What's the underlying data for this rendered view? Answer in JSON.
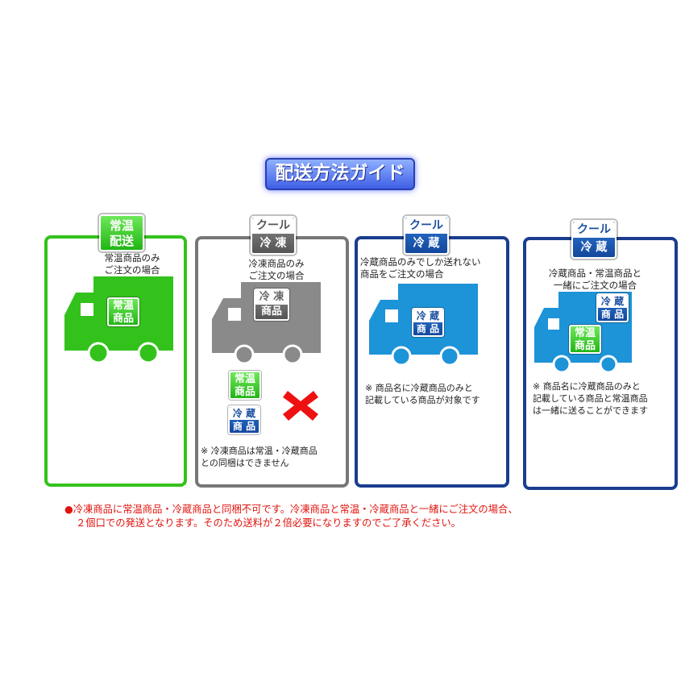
{
  "title": "配送方法ガイド",
  "panels": [
    {
      "tag_line1": "常温",
      "tag_line2": "配送",
      "desc_line1": "常温商品のみ",
      "desc_line2": "ご注文の場合",
      "truck_label1": "常温",
      "truck_label2": "商品",
      "color": "#33c21c"
    },
    {
      "tag_line1": "クール",
      "tag_line2": "冷 凍",
      "desc_line1": "冷凍商品のみ",
      "desc_line2": "ご注文の場合",
      "truck_label1": "冷 凍",
      "truck_label2": "商品",
      "badge_normal1": "常温",
      "badge_normal2": "商品",
      "badge_cold1": "冷 蔵",
      "badge_cold2": "商 品",
      "note_line1": "※ 冷凍商品は常温・冷蔵商品",
      "note_line2": "との同梱はできません",
      "color": "#777777"
    },
    {
      "tag_line1": "クール",
      "tag_line2": "冷 蔵",
      "desc_line1": "冷蔵商品のみでしか送れない",
      "desc_line2": "商品をご注文の場合",
      "truck_label1": "冷 蔵",
      "truck_label2": "商 品",
      "note_line1": "※ 商品名に冷蔵商品のみと",
      "note_line2": "記載している商品が対象です",
      "color": "#1a3d8f"
    },
    {
      "tag_line1": "クール",
      "tag_line2": "冷 蔵",
      "desc_line1": "冷蔵商品・常温商品と",
      "desc_line2": "一緒にご注文の場合",
      "truck_label1": "冷 蔵",
      "truck_label2": "商 品",
      "truck_label3": "常温",
      "truck_label4": "商品",
      "note_line1": "※ 商品名に冷蔵商品のみと",
      "note_line2": "記載している商品と常温商品",
      "note_line3": "は一緒に送ることができます",
      "color": "#1a3d8f"
    }
  ],
  "warning": {
    "line1": "●冷凍商品に常温商品・冷蔵商品と同梱不可です。冷凍商品と常温・冷蔵商品と一緒にご注文の場合、",
    "line2": "２個口での発送となります。そのため送料が２倍必要になりますのでご了承ください。",
    "color": "#e0140e"
  }
}
